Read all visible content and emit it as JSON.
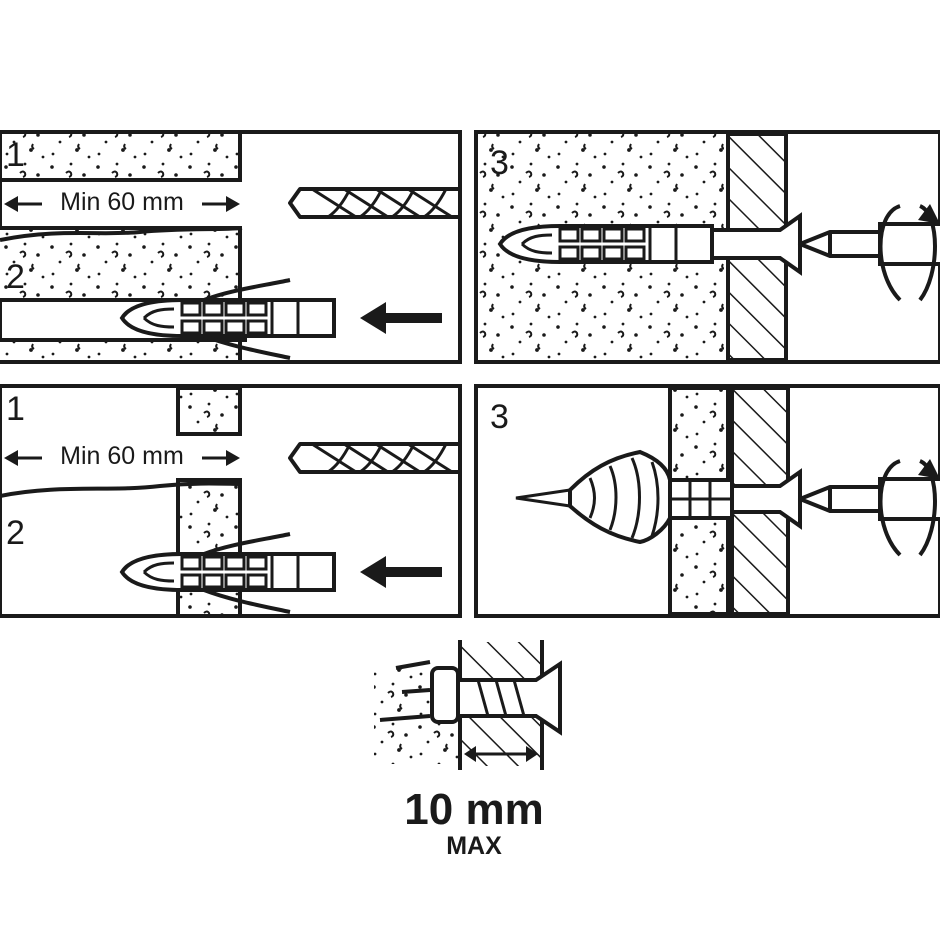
{
  "panels": {
    "top_left": {
      "step_1": "1",
      "step_2": "2",
      "min_depth": "Min 60 mm"
    },
    "top_right": {
      "step_3": "3"
    },
    "bottom_left": {
      "step_1": "1",
      "step_2": "2",
      "min_depth": "Min 60 mm"
    },
    "bottom_right": {
      "step_3": "3"
    }
  },
  "spec": {
    "value": "10 mm",
    "qualifier": "MAX"
  },
  "colors": {
    "ink": "#1a1a1a",
    "paper": "#ffffff"
  }
}
